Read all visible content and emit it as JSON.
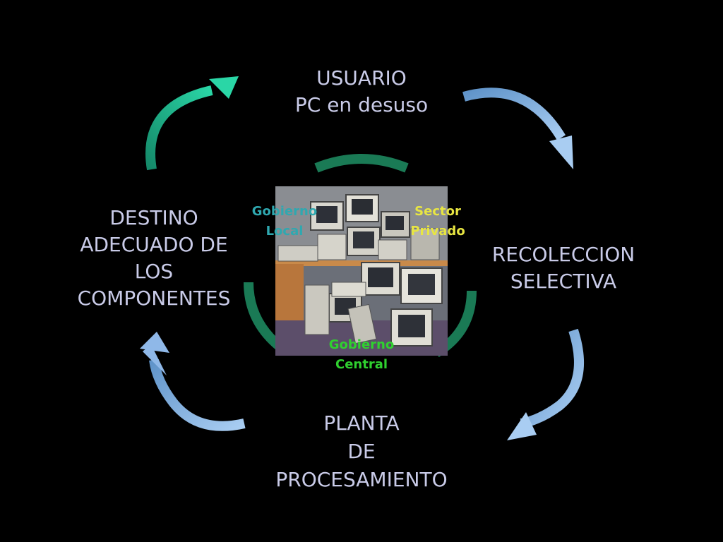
{
  "nodes": {
    "top": [
      "USUARIO",
      "PC en desuso"
    ],
    "right": [
      "RECOLECCION",
      "SELECTIVA"
    ],
    "bottom": [
      "PLANTA",
      "DE",
      "PROCESAMIENTO"
    ],
    "left": [
      "DESTINO",
      "ADECUADO DE",
      "LOS",
      "COMPONENTES"
    ]
  },
  "actors": {
    "local": [
      "Gobierno",
      "Local"
    ],
    "privado": [
      "Sector",
      "Privado"
    ],
    "central": [
      "Gobierno",
      "Central"
    ]
  },
  "photo": {
    "subject": "pile of discarded computer monitors and CPUs"
  },
  "colors": {
    "background": "#000000",
    "node_text": "#c9cbe8",
    "arrow_teal": "#1db48a",
    "arrow_blue": "#8fb8e8",
    "inner_arc": "#1a7a55",
    "actor_local": "#2fa8b0",
    "actor_privado": "#e8e642",
    "actor_central": "#2fd12f"
  }
}
